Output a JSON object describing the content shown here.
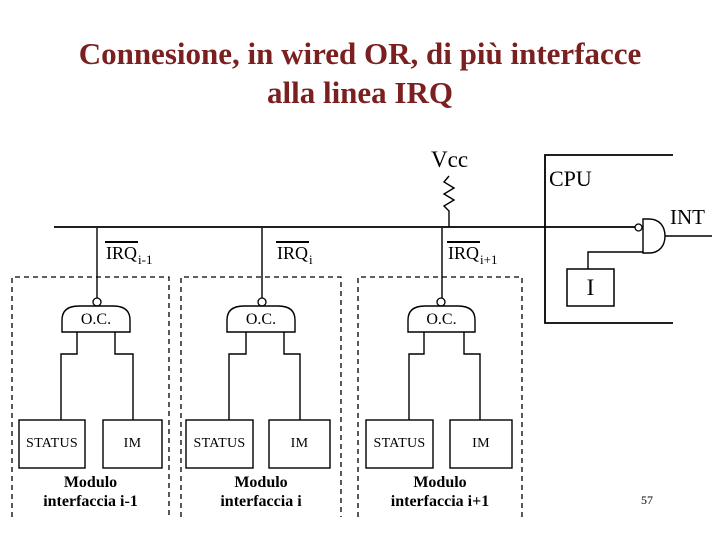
{
  "slide": {
    "title_line1": "Connesione, in wired OR, di più interfacce",
    "title_line2": "alla linea IRQ",
    "page_number": "57"
  },
  "labels": {
    "vcc": "Vcc",
    "cpu": "CPU",
    "int": "INT",
    "interrupt_register": "I"
  },
  "modules": [
    {
      "irq_base": "IRQ",
      "irq_sub": "i-1",
      "oc": "O.C.",
      "status": "STATUS",
      "im": "IM",
      "caption_line1": "Modulo",
      "caption_line2": "interfaccia i-1"
    },
    {
      "irq_base": "IRQ",
      "irq_sub": "i",
      "oc": "O.C.",
      "status": "STATUS",
      "im": "IM",
      "caption_line1": "Modulo",
      "caption_line2": "interfaccia i"
    },
    {
      "irq_base": "IRQ",
      "irq_sub": "i+1",
      "oc": "O.C.",
      "status": "STATUS",
      "im": "IM",
      "caption_line1": "Modulo",
      "caption_line2": "interfaccia i+1"
    }
  ],
  "colors": {
    "title": "#7b2020",
    "line": "#000000",
    "background": "#ffffff"
  }
}
